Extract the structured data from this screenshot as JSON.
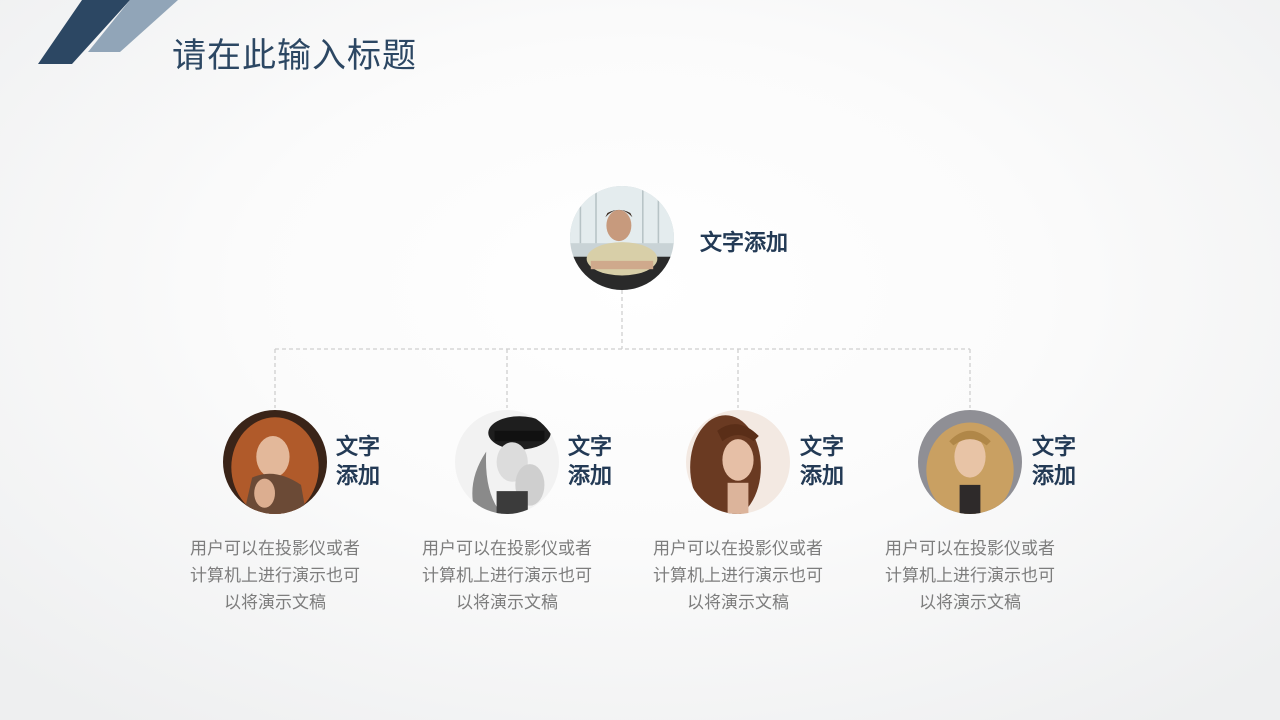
{
  "slide": {
    "title": "请在此输入标题",
    "colors": {
      "title": "#2c4763",
      "deco_dark": "#2c4763",
      "deco_light": "#7f97ad",
      "label": "#233a55",
      "desc": "#7d7d7d",
      "connector": "#cfcfcf"
    }
  },
  "root": {
    "label": "文字添加",
    "photo": "man-portrait-photo"
  },
  "children": [
    {
      "label_line1": "文字",
      "label_line2": "添加",
      "photo": "red-haired-woman-photo",
      "desc_line1": "用户可以在投影仪或者",
      "desc_line2": "计算机上进行演示也可",
      "desc_line3": "以将演示文稿"
    },
    {
      "label_line1": "文字",
      "label_line2": "添加",
      "photo": "woman-in-hat-bw-photo",
      "desc_line1": "用户可以在投影仪或者",
      "desc_line2": "计算机上进行演示也可",
      "desc_line3": "以将演示文稿"
    },
    {
      "label_line1": "文字",
      "label_line2": "添加",
      "photo": "brunette-woman-photo",
      "desc_line1": "用户可以在投影仪或者",
      "desc_line2": "计算机上进行演示也可",
      "desc_line3": "以将演示文稿"
    },
    {
      "label_line1": "文字",
      "label_line2": "添加",
      "photo": "blonde-woman-photo",
      "desc_line1": "用户可以在投影仪或者",
      "desc_line2": "计算机上进行演示也可",
      "desc_line3": "以将演示文稿"
    }
  ]
}
